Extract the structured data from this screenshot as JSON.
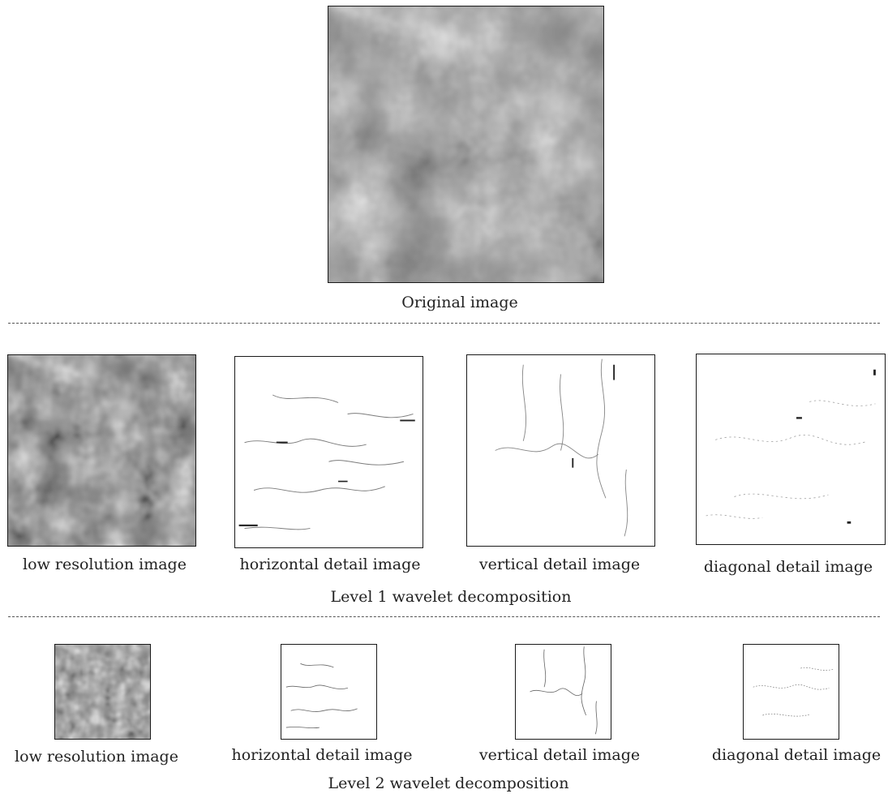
{
  "original": {
    "caption": "Original image"
  },
  "level1": {
    "caption": "Level 1 wavelet decomposition",
    "items": [
      {
        "kind": "low",
        "caption": "low resolution image"
      },
      {
        "kind": "horizontal",
        "caption": "horizontal detail image"
      },
      {
        "kind": "vertical",
        "caption": "vertical detail image"
      },
      {
        "kind": "diagonal",
        "caption": "diagonal detail image"
      }
    ]
  },
  "level2": {
    "caption": "Level 2 wavelet decomposition",
    "items": [
      {
        "kind": "low",
        "caption": "low resolution image"
      },
      {
        "kind": "horizontal",
        "caption": "horizontal detail image"
      },
      {
        "kind": "vertical",
        "caption": "vertical detail image"
      },
      {
        "kind": "diagonal",
        "caption": "diagonal detail image"
      }
    ]
  }
}
